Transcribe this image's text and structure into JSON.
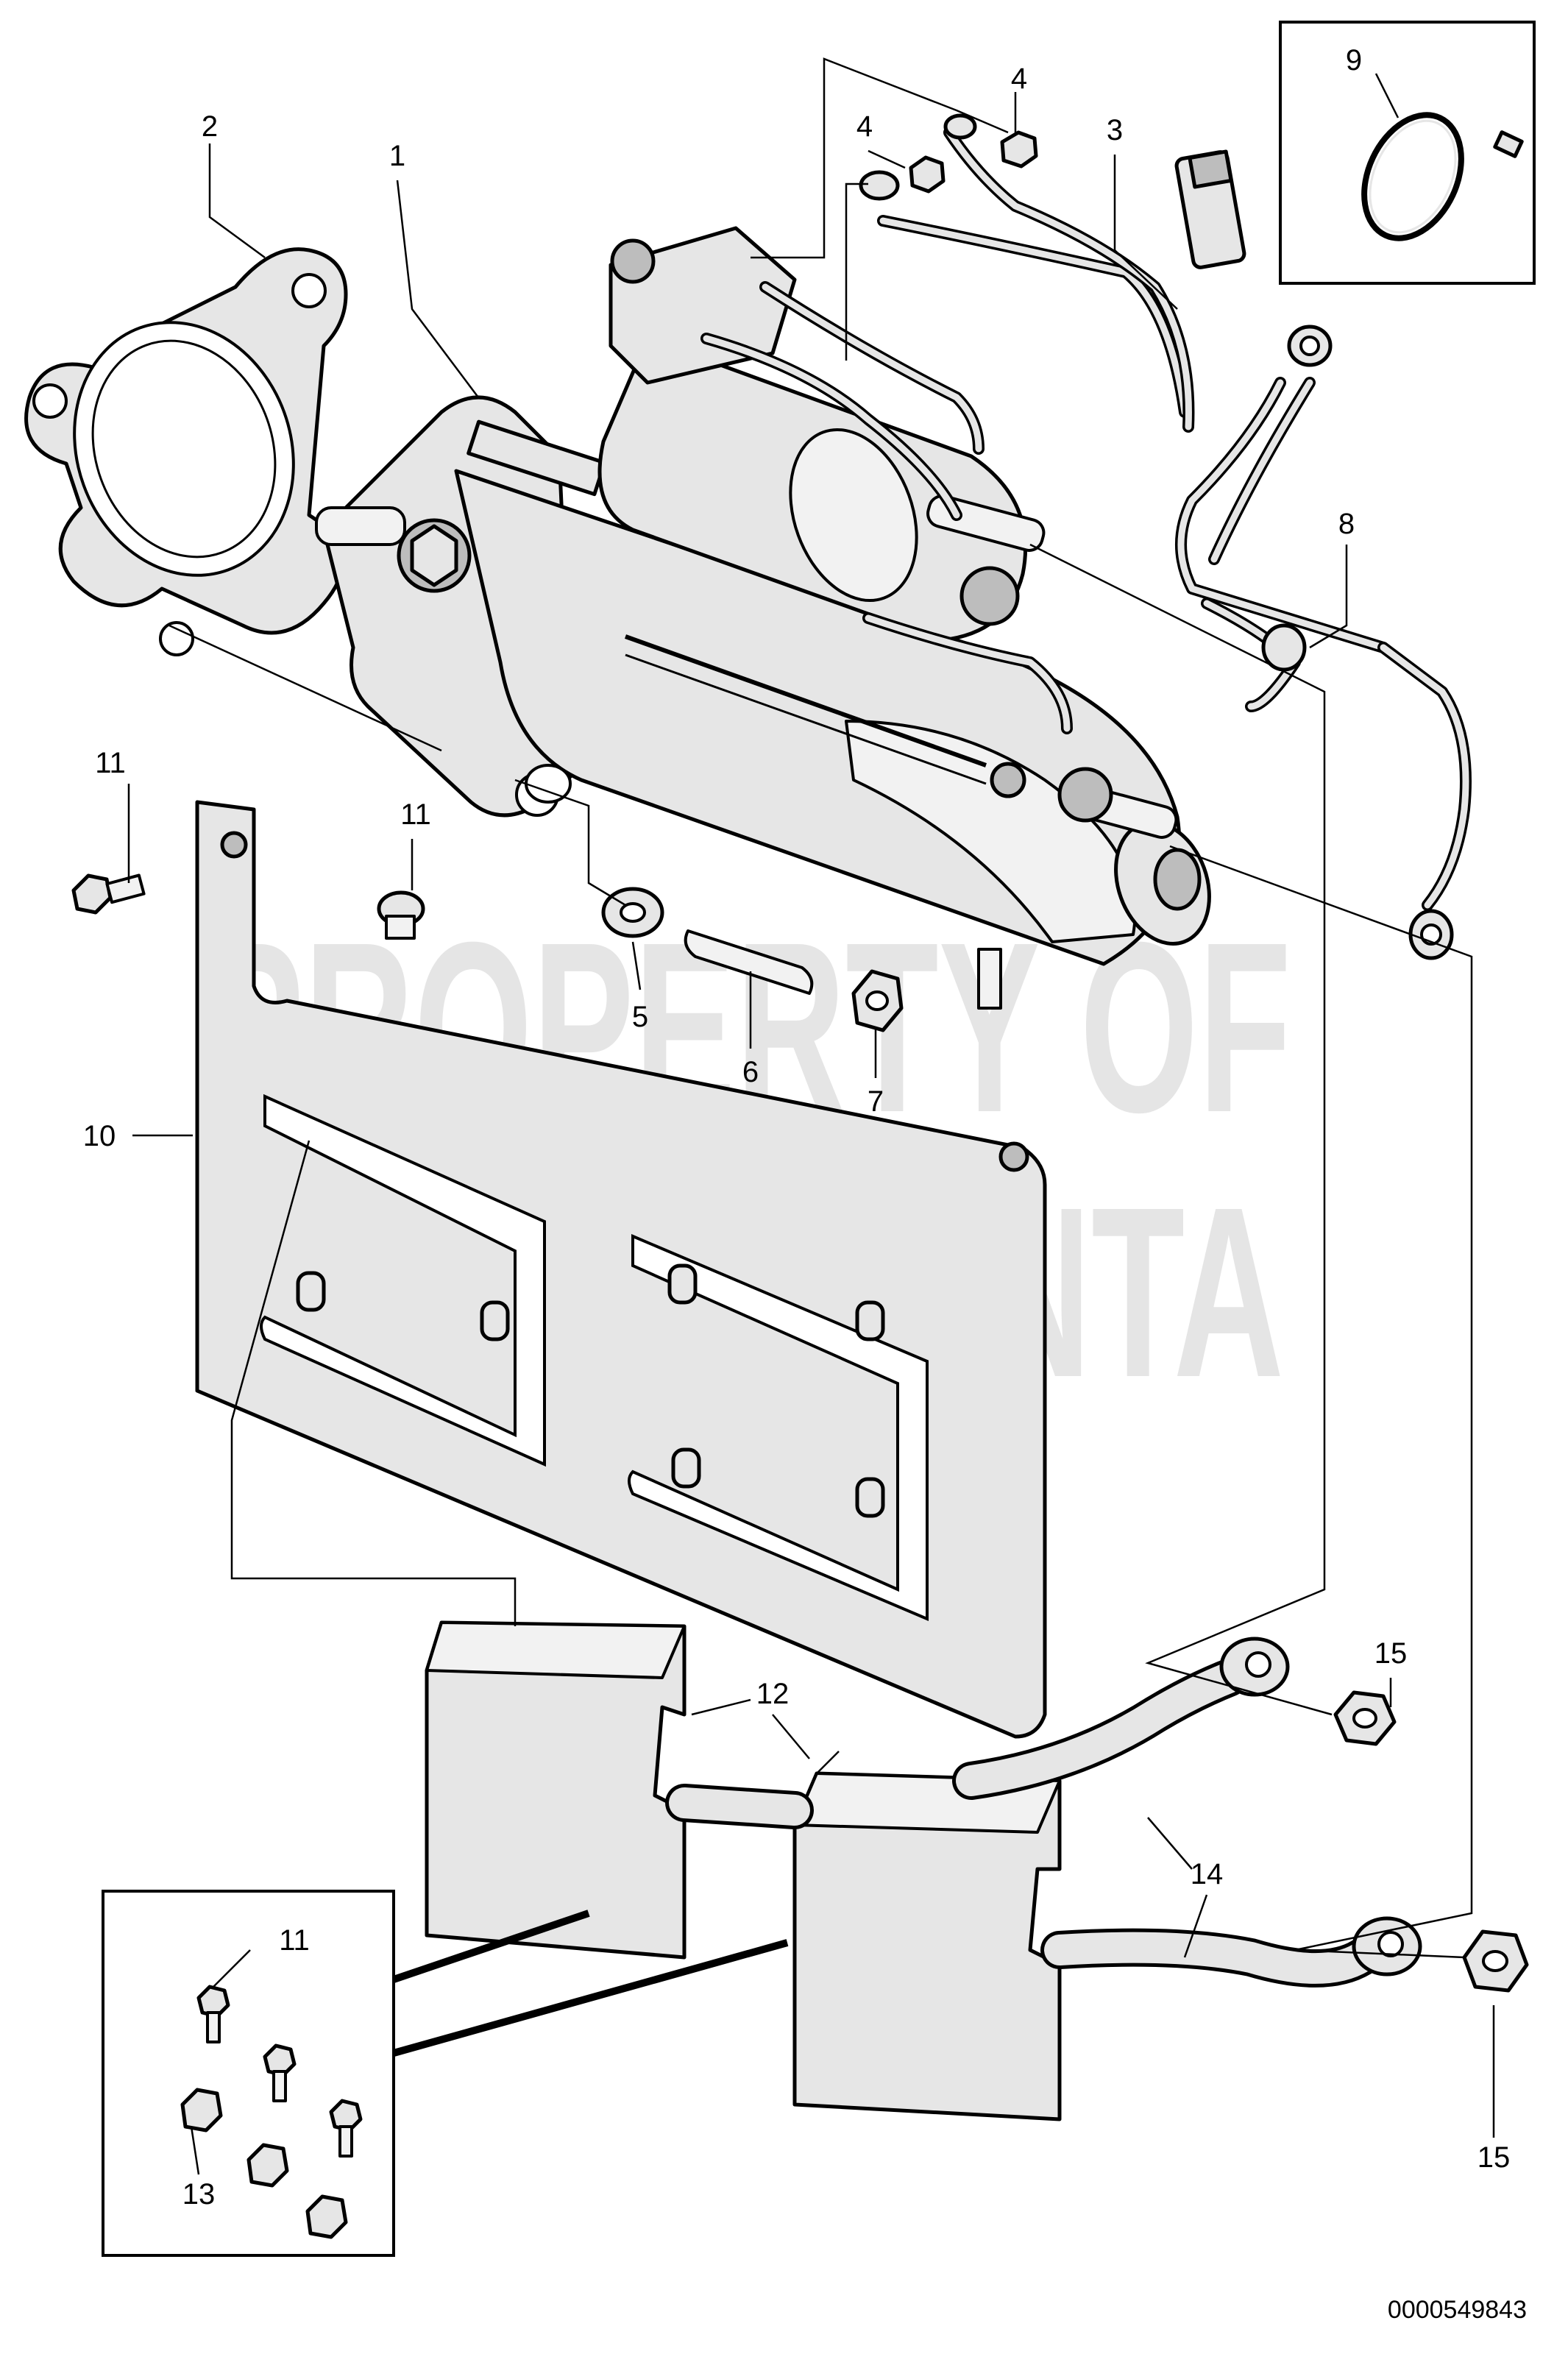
{
  "diagram": {
    "watermark_line1": "PROPERTY OF",
    "watermark_line2": "VOLVO PENTA",
    "document_number": "0000549843",
    "callouts": [
      {
        "id": "c1",
        "label": "1"
      },
      {
        "id": "c2",
        "label": "2"
      },
      {
        "id": "c3",
        "label": "3"
      },
      {
        "id": "c4a",
        "label": "4"
      },
      {
        "id": "c4b",
        "label": "4"
      },
      {
        "id": "c5",
        "label": "5"
      },
      {
        "id": "c6",
        "label": "6"
      },
      {
        "id": "c7",
        "label": "7"
      },
      {
        "id": "c8",
        "label": "8"
      },
      {
        "id": "c9",
        "label": "9"
      },
      {
        "id": "c10",
        "label": "10"
      },
      {
        "id": "c11a",
        "label": "11"
      },
      {
        "id": "c11b",
        "label": "11"
      },
      {
        "id": "c11c",
        "label": "11"
      },
      {
        "id": "c12",
        "label": "12"
      },
      {
        "id": "c13",
        "label": "13"
      },
      {
        "id": "c14",
        "label": "14"
      },
      {
        "id": "c15a",
        "label": "15"
      },
      {
        "id": "c15b",
        "label": "15"
      }
    ]
  }
}
